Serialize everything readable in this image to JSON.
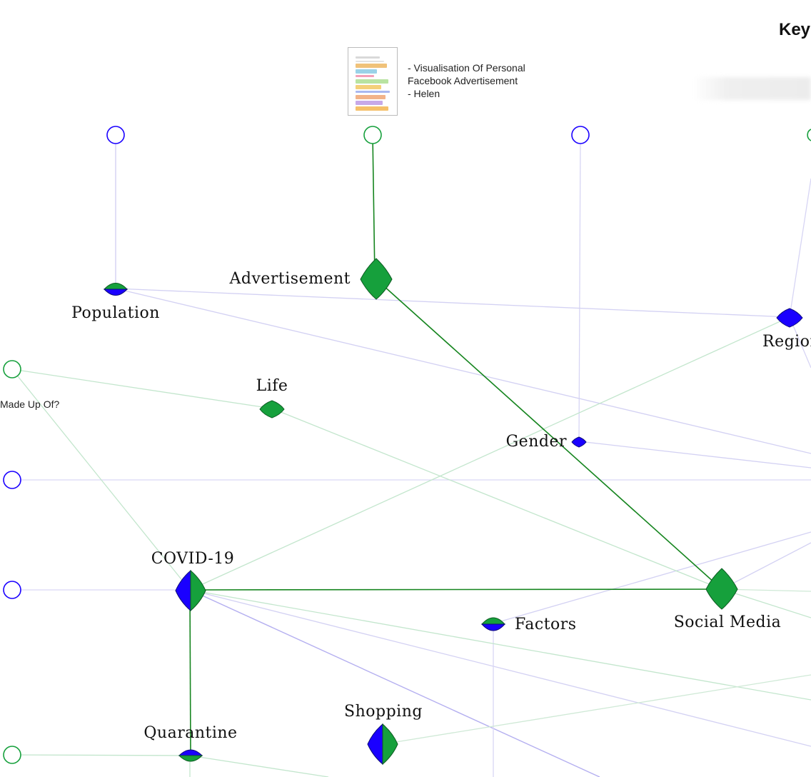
{
  "key": {
    "title": "Key"
  },
  "thumbnail": {
    "caption_lines": [
      "- Visualisation Of Personal",
      "Facebook Advertisement",
      "- Helen"
    ]
  },
  "side_text": "Made Up Of?",
  "colors": {
    "blue": "#1a00ff",
    "green": "#16a03c",
    "blue_edge": "#c9c6f0",
    "green_edge": "#bfe3c9",
    "green_strong": "#16851f"
  },
  "nodes": [
    {
      "id": "population",
      "label": "Population",
      "kind": "split-h",
      "size": "small"
    },
    {
      "id": "advertisement",
      "label": "Advertisement",
      "kind": "green",
      "size": "large"
    },
    {
      "id": "region",
      "label": "Region",
      "kind": "blue",
      "size": "small"
    },
    {
      "id": "life",
      "label": "Life",
      "kind": "green",
      "size": "small"
    },
    {
      "id": "gender",
      "label": "Gender",
      "kind": "blue",
      "size": "tiny"
    },
    {
      "id": "covid",
      "label": "COVID-19",
      "kind": "split-v",
      "size": "large"
    },
    {
      "id": "social",
      "label": "Social Media",
      "kind": "green",
      "size": "large"
    },
    {
      "id": "factors",
      "label": "Factors",
      "kind": "split-h",
      "size": "small"
    },
    {
      "id": "shopping",
      "label": "Shopping",
      "kind": "split-v",
      "size": "large"
    },
    {
      "id": "quarantine",
      "label": "Quarantine",
      "kind": "split-h",
      "size": "small"
    }
  ]
}
